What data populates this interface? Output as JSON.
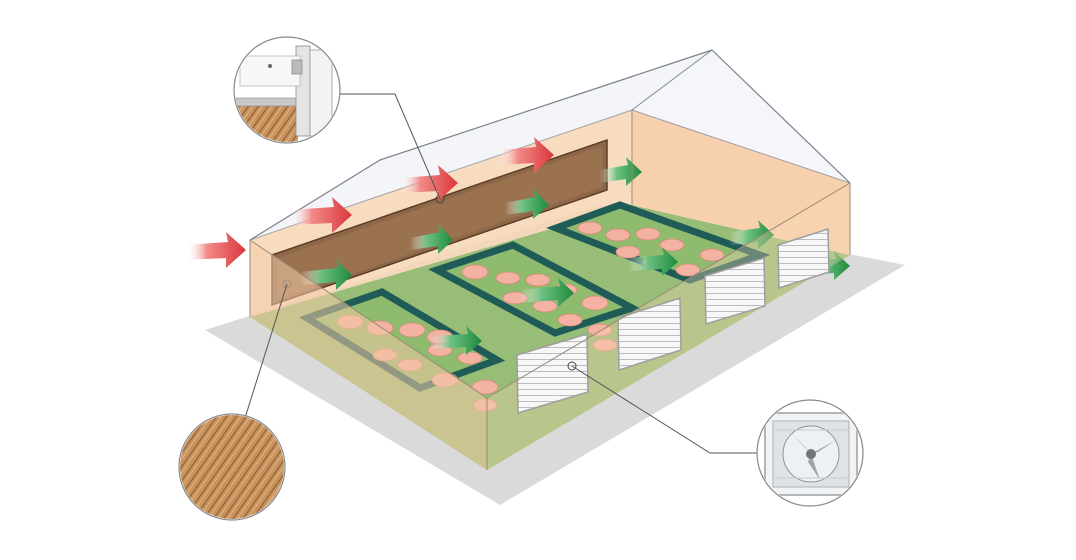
{
  "diagram": {
    "background": "#ffffff",
    "colors": {
      "ground_shadow": "#d9d9d9",
      "roof_fill": "#eef1f6",
      "roof_stroke": "#7f8590",
      "wall_fill": "#f6d6b5",
      "back_wall_fill": "#f7cfaa",
      "floor_fill": "#98bd76",
      "pen_wall": "#1f5b57",
      "cooling_pad": "#8a5f3b",
      "fan_frame": "#f5f5f5",
      "inflow_arrow": "#e0464a",
      "internal_arrow": "#2a9445",
      "pig": "#f4b2a2"
    },
    "components": [
      {
        "name": "cooling-pad-wall",
        "icon": "cooling-pad-icon"
      },
      {
        "name": "exhaust-fan",
        "icon": "exhaust-fan-icon"
      },
      {
        "name": "pig-pens",
        "icon": "pig-icon"
      }
    ],
    "callouts": [
      {
        "name": "callout-pad-bracket-detail",
        "icon": "bracket-detail-icon"
      },
      {
        "name": "callout-pad-texture-detail",
        "icon": "honeycomb-texture-icon"
      },
      {
        "name": "callout-exhaust-fan-detail",
        "icon": "fan-icon"
      }
    ],
    "airflow": [
      {
        "kind": "inflow",
        "icon": "red-arrow-icon"
      },
      {
        "kind": "internal",
        "icon": "green-arrow-icon"
      }
    ]
  }
}
